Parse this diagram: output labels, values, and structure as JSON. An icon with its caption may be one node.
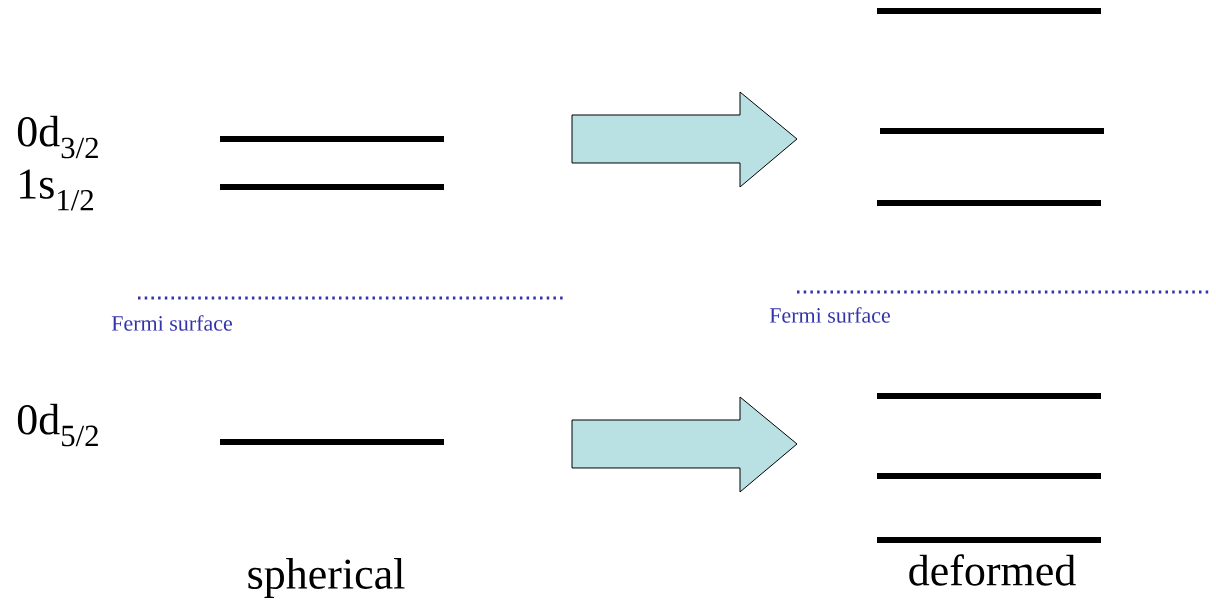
{
  "diagram": {
    "labels": [
      "0d$_{3/2}$",
      "1s$_{1/2}$",
      "Fermi surface",
      "Fermi surface",
      "0d$_{5/2}$",
      "spherical",
      "deformed"
    ]
  }
}
